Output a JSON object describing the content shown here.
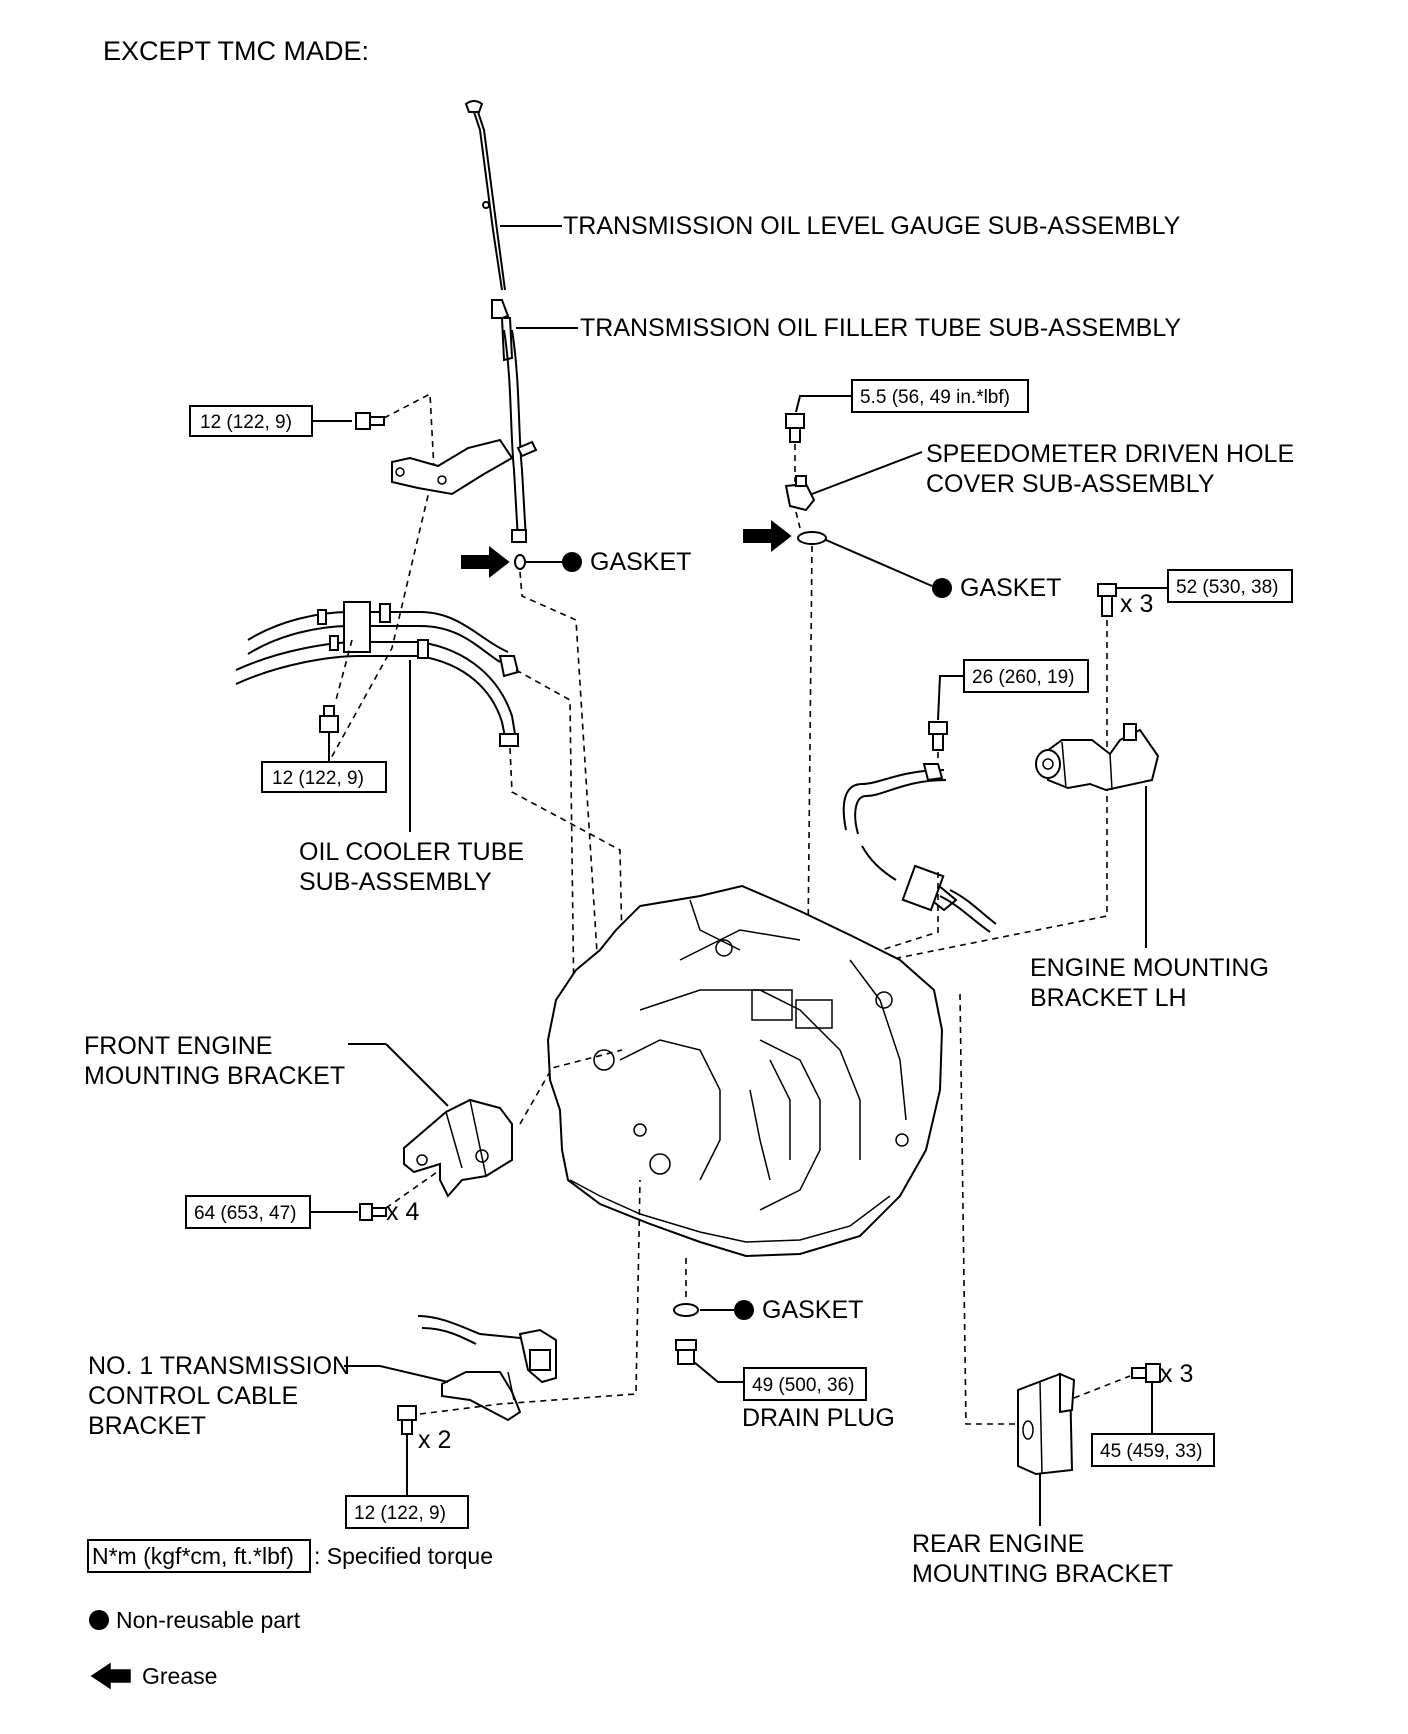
{
  "title": "EXCEPT TMC MADE:",
  "labels": {
    "oil_level_gauge": "TRANSMISSION OIL LEVEL GAUGE SUB-ASSEMBLY",
    "oil_filler_tube": "TRANSMISSION OIL FILLER TUBE SUB-ASSEMBLY",
    "speedometer_1": "SPEEDOMETER DRIVEN HOLE",
    "speedometer_2": "COVER SUB-ASSEMBLY",
    "gasket": "GASKET",
    "oil_cooler_1": "OIL COOLER TUBE",
    "oil_cooler_2": "SUB-ASSEMBLY",
    "engine_mount_lh_1": "ENGINE MOUNTING",
    "engine_mount_lh_2": "BRACKET LH",
    "front_engine_1": "FRONT ENGINE",
    "front_engine_2": "MOUNTING BRACKET",
    "control_cable_1": "NO. 1 TRANSMISSION",
    "control_cable_2": "CONTROL CABLE",
    "control_cable_3": "BRACKET",
    "drain_plug": "DRAIN PLUG",
    "rear_engine_1": "REAR ENGINE",
    "rear_engine_2": "MOUNTING BRACKET"
  },
  "quantities": {
    "x3": "x 3",
    "x4": "x 4",
    "x2": "x 2"
  },
  "torques": {
    "t_bracket_top": "12 (122, 9)",
    "t_cooler": "12 (122, 9)",
    "t_speedometer": "5.5 (56, 49 in.*lbf)",
    "t_mount_lh": "52 (530, 38)",
    "t_harness": "26 (260, 19)",
    "t_front_mount": "64 (653, 47)",
    "t_drain": "49 (500, 36)",
    "t_rear_mount": "45 (459, 33)",
    "t_cable_bracket": "12 (122, 9)"
  },
  "legend": {
    "torque_box": "N*m (kgf*cm, ft.*lbf)",
    "torque_desc": ": Specified torque",
    "nonreusable": "Non-reusable part",
    "grease": "Grease"
  }
}
